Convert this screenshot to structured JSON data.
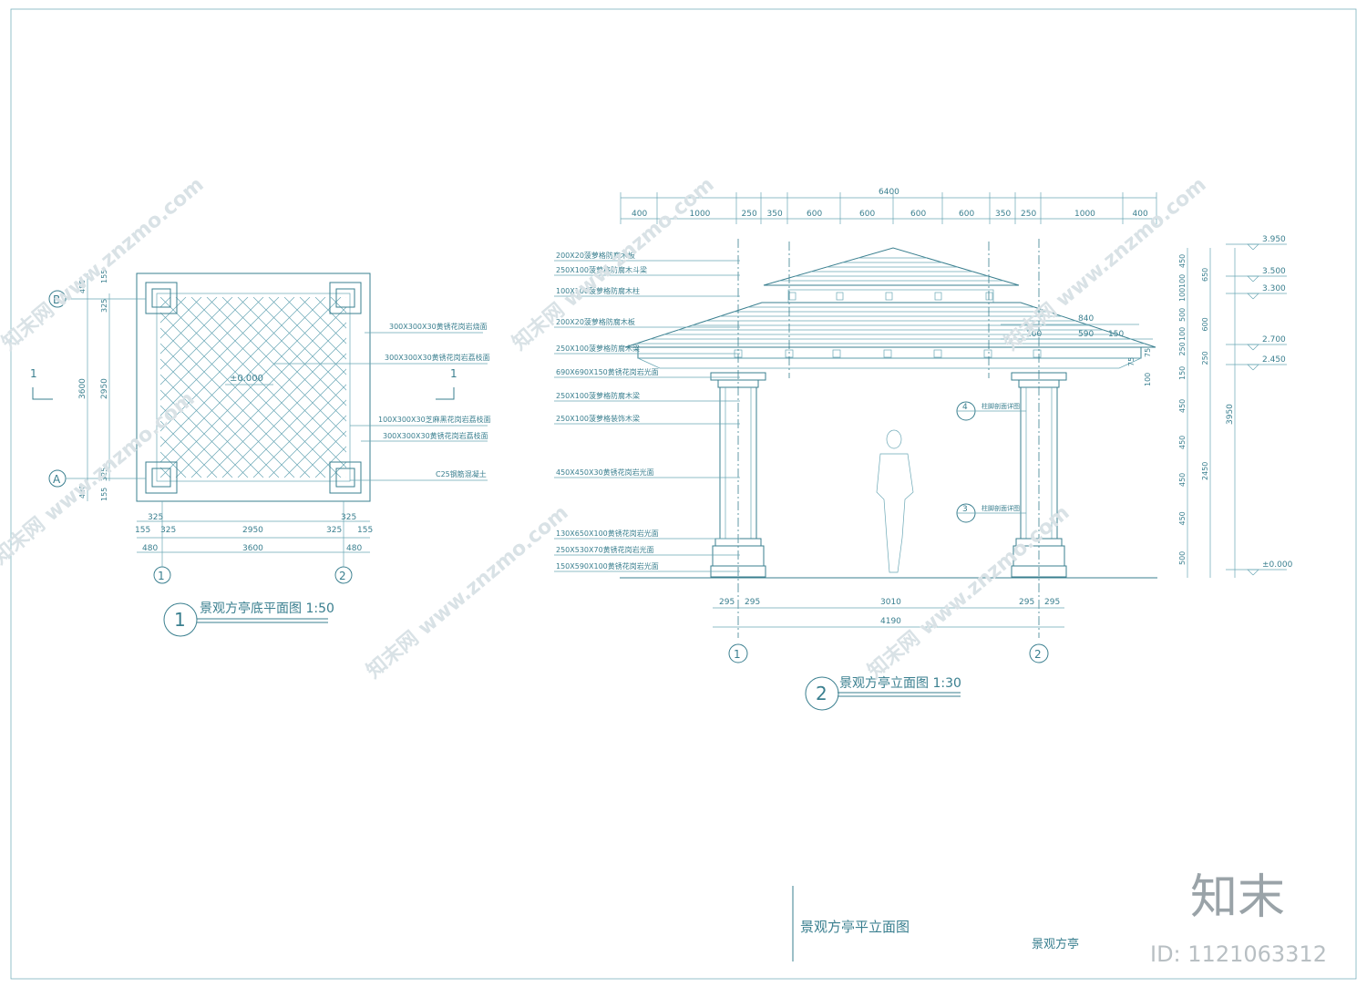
{
  "plan": {
    "axis_a": "A",
    "axis_b": "B",
    "axis_1": "1",
    "axis_2": "2",
    "section_mark": "1",
    "level": "±0.000",
    "dim_top_outer": [
      "480",
      "325",
      "155"
    ],
    "dim_left": [
      "3600",
      "2950"
    ],
    "dim_left_bottom": [
      "325",
      "480",
      "155"
    ],
    "dim_bottom_row1": [
      "155",
      "325",
      "2950",
      "325",
      "155"
    ],
    "dim_bottom_row1b": [
      "325",
      "325"
    ],
    "dim_bottom_row2": [
      "480",
      "3600",
      "480"
    ],
    "notes": [
      "300X300X30黄锈花岗岩烧面",
      "300X300X30黄锈花岗岩荔枝面",
      "100X300X30芝麻黑花岗岩荔枝面",
      "300X300X30黄锈花岗岩荔枝面",
      "C25钢筋混凝土"
    ],
    "title_num": "1",
    "title": "景观方亭底平面图 1:50"
  },
  "elevation": {
    "total_width": "6400",
    "top_dims": [
      "400",
      "1000",
      "250",
      "350",
      "600",
      "600",
      "600",
      "600",
      "350",
      "250",
      "1000",
      "400"
    ],
    "left_notes": [
      "200X20菠萝格防腐木板",
      "250X100菠萝格防腐木斗梁",
      "100X100菠萝格防腐木柱",
      "200X20菠萝格防腐木板",
      "250X100菠萝格防腐木梁",
      "690X690X150黄锈花岗岩光面",
      "250X100菠萝格防腐木梁",
      "250X100菠萝格装饰木梁",
      "450X450X30黄锈花岗岩光面",
      "130X650X100黄锈花岗岩光面",
      "250X530X70黄锈花岗岩光面",
      "150X590X100黄锈花岗岩光面"
    ],
    "eave_dims": [
      "840",
      "100",
      "590",
      "150"
    ],
    "eave_small": [
      "75",
      "100",
      "75"
    ],
    "right_dims_inner": [
      "450",
      "100",
      "100",
      "500",
      "100",
      "250",
      "150",
      "450",
      "450",
      "450",
      "450",
      "500"
    ],
    "right_dims_mid": [
      "650",
      "600",
      "250",
      "2450"
    ],
    "right_dims_outer": [
      "3950"
    ],
    "levels": [
      "3.950",
      "3.500",
      "3.300",
      "2.700",
      "2.450",
      "±0.000"
    ],
    "callout_4": "4",
    "callout_4_text": "柱脚剖面详图",
    "callout_3": "3",
    "callout_3_text": "柱脚剖面详图",
    "bottom_row1": [
      "295",
      "295",
      "3010",
      "295",
      "295"
    ],
    "bottom_row2": [
      "4190"
    ],
    "axis_1": "1",
    "axis_2": "2",
    "title_num": "2",
    "title": "景观方亭立面图 1:30"
  },
  "title_block": {
    "drawing_name": "景观方亭平立面图",
    "project": "景观方亭"
  },
  "watermark": {
    "text": "知末网 www.znzmo.com",
    "logo": "知末",
    "id": "ID: 1121063312"
  },
  "colors": {
    "line": "#3a7f8f",
    "watermark": "#d9e2e6",
    "logo": "#9aa3a8"
  }
}
